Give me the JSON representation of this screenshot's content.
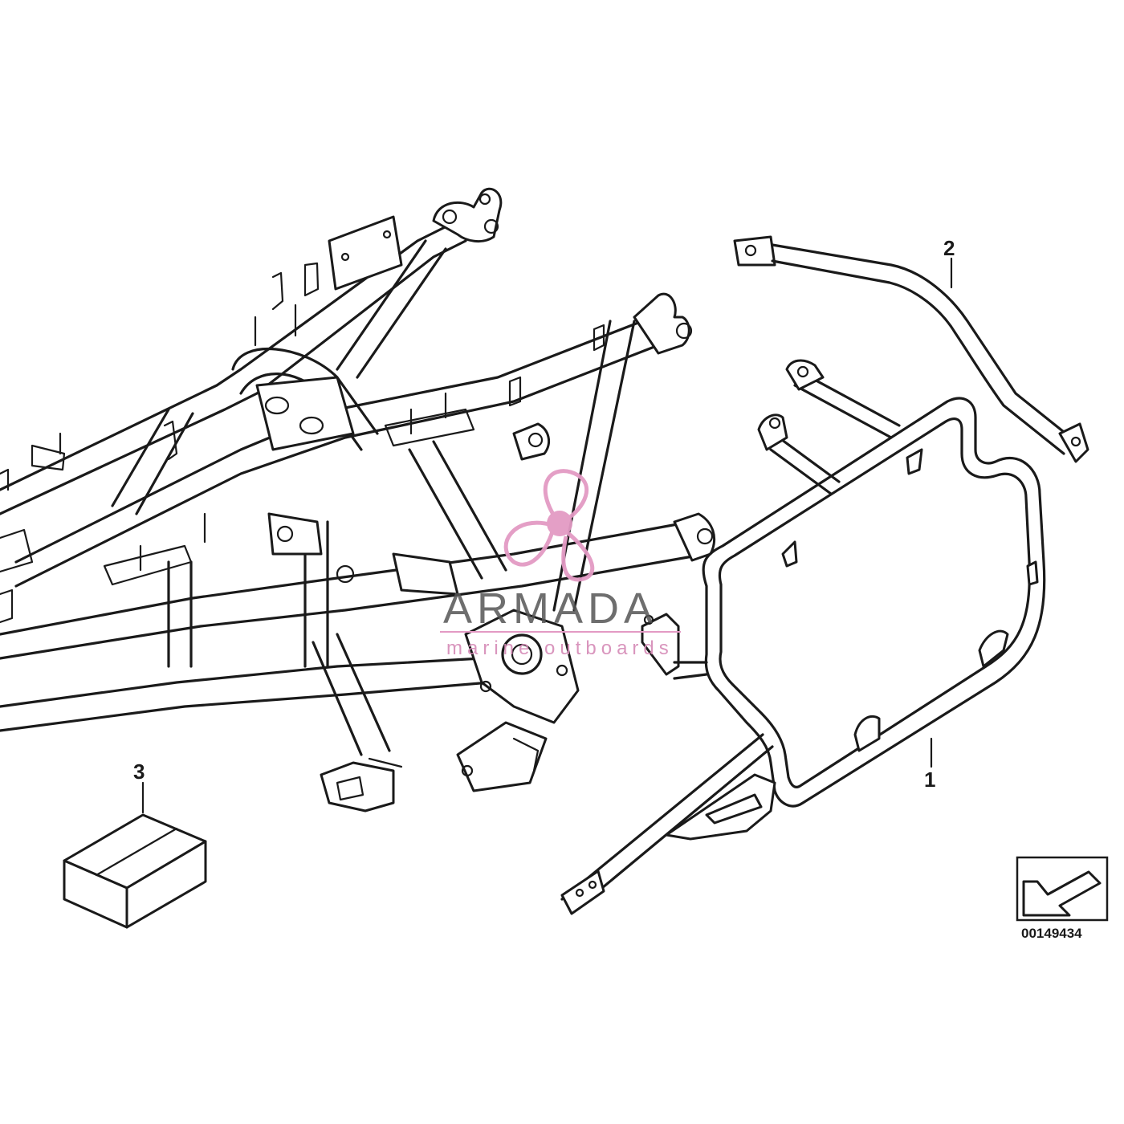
{
  "diagram": {
    "callouts": [
      {
        "id": "1",
        "label": "1"
      },
      {
        "id": "2",
        "label": "2"
      },
      {
        "id": "3",
        "label": "3"
      }
    ],
    "reference_number": "00149434",
    "watermark": {
      "brand": "ARMADA",
      "tagline": "marine outboards",
      "accent_color": "#e39ac4"
    }
  }
}
